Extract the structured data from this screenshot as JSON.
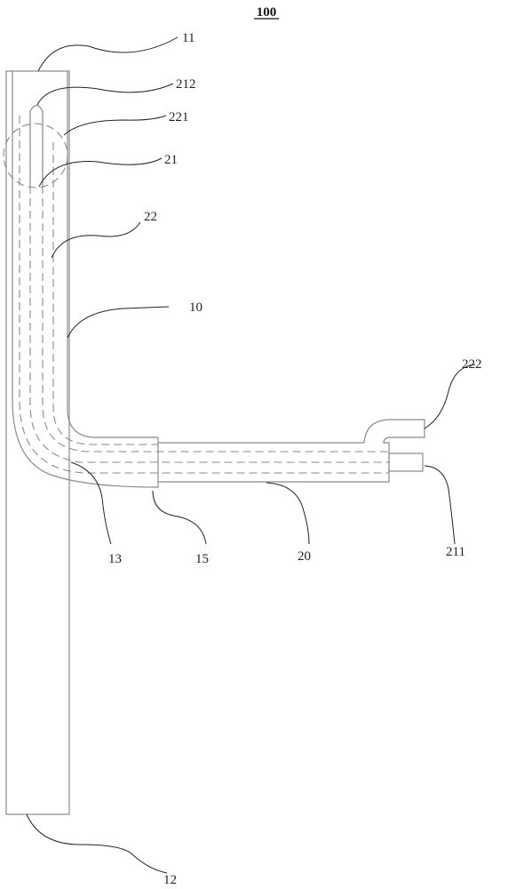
{
  "figure": {
    "title": "100",
    "labels": {
      "l11": "11",
      "l212": "212",
      "l221": "221",
      "l21": "21",
      "l22": "22",
      "l10": "10",
      "l222": "222",
      "l13": "13",
      "l15": "15",
      "l20": "20",
      "l211": "211",
      "l12": "12"
    }
  }
}
